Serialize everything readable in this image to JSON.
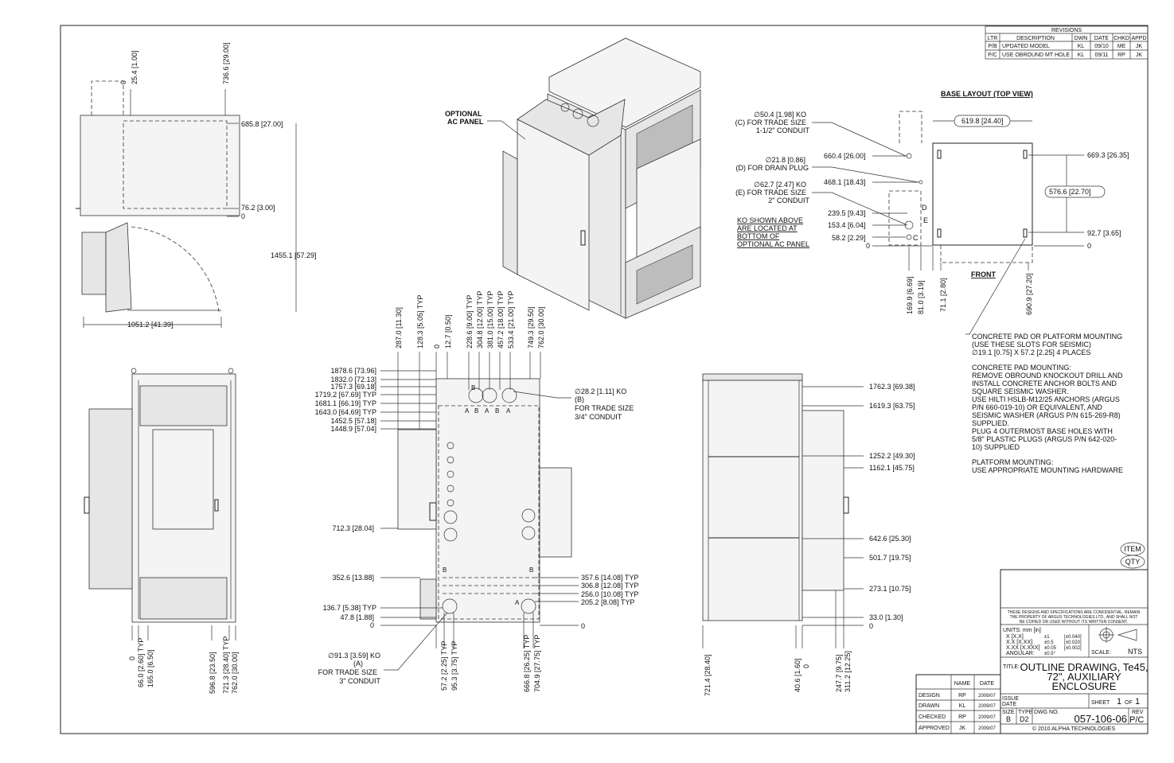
{
  "revisions": {
    "title": "REVISIONS",
    "headers": [
      "LTR",
      "DESCRIPTION",
      "DWN",
      "DATE",
      "CHKD",
      "APPD"
    ],
    "rows": [
      [
        "P/B",
        "UPDATED MODEL",
        "KL",
        "09/10",
        "ME",
        "JK"
      ],
      [
        "P/C",
        "USE OBROUND MT HOLE",
        "KL",
        "09/11",
        "RP",
        "JK"
      ]
    ]
  },
  "labels": {
    "optional_ac_panel": [
      "OPTIONAL",
      "AC PANEL"
    ],
    "base_layout": "BASE LAYOUT (TOP VIEW)",
    "front": "FRONT",
    "ko_note": [
      "KO SHOWN ABOVE",
      "ARE LOCATED AT",
      "BOTTOM OF",
      "OPTIONAL AC PANEL"
    ],
    "ko_c": [
      "∅50.4 [1.98] KO",
      "(C) FOR TRADE SIZE",
      "1-1/2\" CONDUIT"
    ],
    "ko_d": [
      "∅21.8 [0.86]",
      "(D) FOR DRAIN PLUG"
    ],
    "ko_e": [
      "∅62.7 [2.47] KO",
      "(E) FOR TRADE SIZE",
      "2\" CONDUIT"
    ],
    "ko_b": [
      "∅28.2 [1.11] KO",
      "(B)",
      "FOR TRADE SIZE",
      "3/4\" CONDUIT"
    ],
    "ko_a": [
      "∅91.3 [3.59] KO",
      "(A)",
      "FOR TRADE SIZE",
      "3\" CONDUIT"
    ],
    "item": "ITEM",
    "qty": "QTY"
  },
  "notes": [
    "CONCRETE PAD OR PLATFORM MOUNTING",
    "(USE THESE SLOTS FOR SEISMIC)",
    "∅19.1 [0.75] X 57.2 [2.25] 4 PLACES",
    "",
    "CONCRETE PAD MOUNTING:",
    "REMOVE OBROUND KNOCKOUT DRILL AND",
    "INSTALL CONCRETE ANCHOR BOLTS AND",
    "SQUARE SEISMIC WASHER.",
    "USE HILTI HSLB-M12/25 ANCHORS (ARGUS",
    "P/N 660-019-10) OR EQUIVALENT, AND",
    "SEISMIC WASHER (ARGUS P/N 615-269-R8)",
    "SUPPLIED.",
    "PLUG 4 OUTERMOST BASE HOLES WITH",
    "5/8\" PLASTIC PLUGS (ARGUS P/N 642-020-",
    "10) SUPPLIED",
    "",
    "PLATFORM MOUNTING:",
    "USE APPROPRIATE MOUNTING HARDWARE"
  ],
  "top_view_dims": {
    "v": [
      "0",
      "25.4 [1.00]",
      "736.6 [29.00]"
    ],
    "h": [
      "685.8 [27.00]",
      "76.2 [3.00]",
      "0",
      "1455.1 [57.29]",
      "1051.2 [41.39]"
    ]
  },
  "base_dims": {
    "left": [
      "660.4 [26.00]",
      "468.1 [18.43]",
      "239.5 [9.43]",
      "153.4 [6.04]",
      "58.2 [2.29]",
      "0"
    ],
    "right": [
      "669.3 [26.35]",
      "92.7 [3.65]",
      "0"
    ],
    "width": "619.8 [24.40]",
    "depth": "576.6 [22.70]",
    "bottom": [
      "169.9 [6.69]",
      "81.0 [3.19]",
      "71.1 [2.80]",
      "690.9 [27.20]"
    ],
    "letters": [
      "D",
      "E",
      "C"
    ]
  },
  "front_dims": {
    "bottom": [
      "0",
      "66.0 [2.60] TYP",
      "165.0 [6.50]",
      "596.8 [23.50]",
      "721.3 [28.40] TYP",
      "762.0 [30.00]"
    ]
  },
  "side_dims": {
    "left": [
      "1878.6 [73.96]",
      "1832.0 [72.13]",
      "1757.3 [69.18]",
      "1719.2 [67.69] TYP",
      "1681.1 [66.19] TYP",
      "1643.0 [64.69] TYP",
      "1452.5 [57.18]",
      "1448.9 [57.04]",
      "712.3 [28.04]",
      "352.6 [13.88]",
      "136.7 [5.38] TYP",
      "47.8 [1.88]",
      "0"
    ],
    "right": [
      "357.6 [14.08] TYP",
      "306.8 [12.08] TYP",
      "256.0 [10.08] TYP",
      "205.2 [8.08] TYP",
      "0"
    ],
    "top": [
      "287.0 [11.30]",
      "128.3 [5.05] TYP",
      "0",
      "12.7 [0.50]",
      "228.6 [9.00] TYP",
      "304.8 [12.00] TYP",
      "381.0 [15.00] TYP",
      "457.2 [18.00] TYP",
      "533.4 [21.00] TYP",
      "749.3 [29.50]",
      "762.0 [30.00]"
    ],
    "bottom": [
      "57.2 [2.25] TYP",
      "95.3 [3.75] TYP",
      "666.8 [26.25] TYP",
      "704.9 [27.75] TYP"
    ],
    "letters": [
      "B",
      "A",
      "B",
      "A",
      "B",
      "A",
      "B",
      "B",
      "A"
    ]
  },
  "rear_dims": {
    "right": [
      "1762.3 [69.38]",
      "1619.3 [63.75]",
      "1252.2 [49.30]",
      "1162.1 [45.75]",
      "642.6 [25.30]",
      "501.7 [19.75]",
      "273.1 [10.75]",
      "33.0 [1.30]",
      "0"
    ],
    "bottom": [
      "721.4 [28.40]",
      "40.6 [1.60]",
      "0",
      "247.7 [9.75]",
      "311.2 [12.25]"
    ]
  },
  "title_block": {
    "confidential": [
      "THESE DESIGNS AND SPECIFICATIONS ARE CONFIDENTIAL, REMAIN",
      "THE PROPERTY OF ARGUS TECHNOLOGIES LTD., AND SHALL NOT",
      "BE COPIED OR USED WITHOUT ITS WRITTEN CONSENT."
    ],
    "units": "UNITS: mm [in]",
    "tol": [
      [
        "X [X.X]",
        "±1",
        "[±0.040]"
      ],
      [
        "X.X [X.XX]",
        "±0.5",
        "[±0.020]"
      ],
      [
        "X.XX [X.XXX]",
        "±0.05",
        "[±0.002]"
      ],
      [
        "ANGULAR:",
        "±0.5°",
        ""
      ]
    ],
    "scale_label": "SCALE:",
    "scale": "NTS",
    "title_label": "TITLE:",
    "title": [
      "OUTLINE DRAWING, Te45,",
      "72\", AUXILIARY",
      "ENCLOSURE"
    ],
    "issue": "ISSUE",
    "date_label": "DATE",
    "sheet_label": "SHEET",
    "sheet": "1",
    "of": "OF",
    "sheet_total": "1",
    "size_label": "SIZE",
    "size": "B",
    "type_label": "TYPE",
    "type": "D2",
    "dwg_label": "DWG NO.",
    "dwg_no": "057-106-06",
    "rev_label": "REV",
    "rev": "P/C",
    "copyright": "© 2010 ALPHA TECHNOLOGIES",
    "sign_headers": [
      "NAME",
      "DATE"
    ],
    "sign_rows": [
      [
        "DESIGN",
        "RP",
        "2009/07"
      ],
      [
        "DRAWN",
        "KL",
        "2009/07"
      ],
      [
        "CHECKED",
        "RP",
        "2009/07"
      ],
      [
        "APPROVED",
        "JK",
        "2009/07"
      ]
    ]
  }
}
